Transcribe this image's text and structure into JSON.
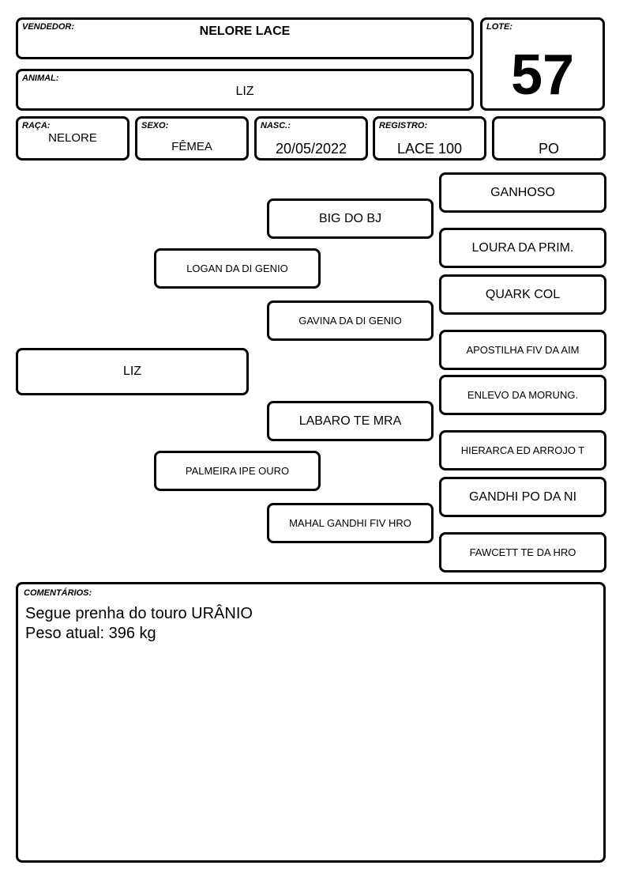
{
  "header": {
    "vendedor": {
      "label": "VENDEDOR:",
      "value": "NELORE LACE"
    },
    "lote": {
      "label": "LOTE:",
      "value": "57"
    },
    "animal": {
      "label": "ANIMAL:",
      "value": "LIZ"
    },
    "raca": {
      "label": "RAÇA:",
      "value": "NELORE"
    },
    "sexo": {
      "label": "SEXO:",
      "value": "FÊMEA"
    },
    "nasc": {
      "label": "NASC.:",
      "value": "20/05/2022"
    },
    "registro": {
      "label": "REGISTRO:",
      "value": "LACE 100"
    },
    "categoria": {
      "value": "PO"
    }
  },
  "pedigree": {
    "animal": "LIZ",
    "sire": {
      "name": "LOGAN DA DI GENIO",
      "sire": {
        "name": "BIG DO BJ",
        "sire": "GANHOSO",
        "dam": "LOURA DA PRIM."
      },
      "dam": {
        "name": "GAVINA DA DI GENIO",
        "sire": "QUARK COL",
        "dam": "APOSTILHA FIV DA AIM"
      }
    },
    "dam": {
      "name": "PALMEIRA IPE OURO",
      "sire": {
        "name": "LABARO TE MRA",
        "sire": "ENLEVO DA MORUNG.",
        "dam": "HIERARCA ED ARROJO T"
      },
      "dam": {
        "name": "MAHAL GANDHI FIV HRO",
        "sire": "GANDHI PO DA NI",
        "dam": "FAWCETT TE DA HRO"
      }
    }
  },
  "comments": {
    "label": "COMENTÁRIOS:",
    "lines": [
      "Segue prenha do touro URÂNIO",
      "Peso atual: 396 kg"
    ]
  }
}
